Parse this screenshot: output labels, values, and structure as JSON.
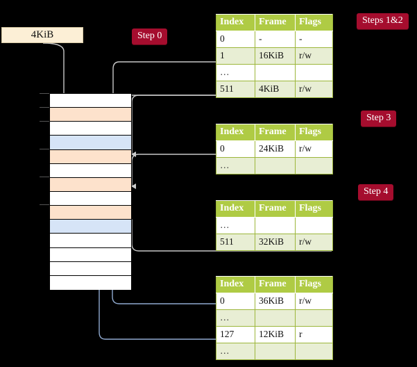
{
  "diagram": {
    "title_hidden": "",
    "va_box": {
      "label": "4KiB"
    },
    "step_labels": [
      {
        "name": "step-0",
        "text": "Step 0"
      },
      {
        "name": "steps-1-2",
        "text": "Steps 1&2"
      },
      {
        "name": "step-3",
        "text": "Step 3"
      },
      {
        "name": "step-4",
        "text": "Step 4"
      }
    ],
    "colors": {
      "pill_bg": "#A50D2E",
      "pill_text": "#FFFFFF",
      "table_header_bg": "#AFCB44",
      "table_alt_row_bg": "#E8EED4",
      "highlight_bg": "#F7F7A0",
      "mem_peach": "#FDE2CC",
      "mem_blue": "#D6E4F7",
      "va_box_bg": "#FCEFD6",
      "background": "#000000",
      "wire_gray": "#C8C8C8",
      "wire_blue": "#8FA9CF"
    },
    "memory_column": {
      "name": "physical-memory-frames",
      "cells": [
        {
          "fill": "white"
        },
        {
          "fill": "peach"
        },
        {
          "fill": "white"
        },
        {
          "fill": "blue"
        },
        {
          "fill": "peach"
        },
        {
          "fill": "white"
        },
        {
          "fill": "peach"
        },
        {
          "fill": "white"
        },
        {
          "fill": "peach"
        },
        {
          "fill": "blue"
        },
        {
          "fill": "white"
        },
        {
          "fill": "white"
        },
        {
          "fill": "white"
        },
        {
          "fill": "white"
        }
      ]
    },
    "tables": [
      {
        "name": "page-table-level-0",
        "headers": [
          "Index",
          "Frame",
          "Flags"
        ],
        "rows": [
          {
            "cells": [
              "0",
              "-",
              "-"
            ],
            "alt": false,
            "highlight": false
          },
          {
            "cells": [
              "1",
              "16KiB",
              "r/w"
            ],
            "alt": true,
            "highlight": false
          },
          {
            "cells": [
              "…",
              "",
              ""
            ],
            "alt": false,
            "highlight": false
          },
          {
            "cells": [
              "511",
              "4KiB",
              "r/w"
            ],
            "alt": true,
            "highlight": true
          }
        ]
      },
      {
        "name": "page-table-level-1",
        "headers": [
          "Index",
          "Frame",
          "Flags"
        ],
        "rows": [
          {
            "cells": [
              "0",
              "24KiB",
              "r/w"
            ],
            "alt": false,
            "highlight": false
          },
          {
            "cells": [
              "…",
              "",
              ""
            ],
            "alt": true,
            "highlight": false
          }
        ]
      },
      {
        "name": "page-table-level-2",
        "headers": [
          "Index",
          "Frame",
          "Flags"
        ],
        "rows": [
          {
            "cells": [
              "…",
              "",
              ""
            ],
            "alt": false,
            "highlight": false
          },
          {
            "cells": [
              "511",
              "32KiB",
              "r/w"
            ],
            "alt": true,
            "highlight": false
          }
        ]
      },
      {
        "name": "page-table-level-3",
        "headers": [
          "Index",
          "Frame",
          "Flags"
        ],
        "rows": [
          {
            "cells": [
              "0",
              "36KiB",
              "r/w"
            ],
            "alt": false,
            "highlight": false
          },
          {
            "cells": [
              "…",
              "",
              ""
            ],
            "alt": true,
            "highlight": false
          },
          {
            "cells": [
              "127",
              "12KiB",
              "r"
            ],
            "alt": false,
            "highlight": false
          },
          {
            "cells": [
              "…",
              "",
              ""
            ],
            "alt": true,
            "highlight": false
          }
        ]
      }
    ]
  }
}
